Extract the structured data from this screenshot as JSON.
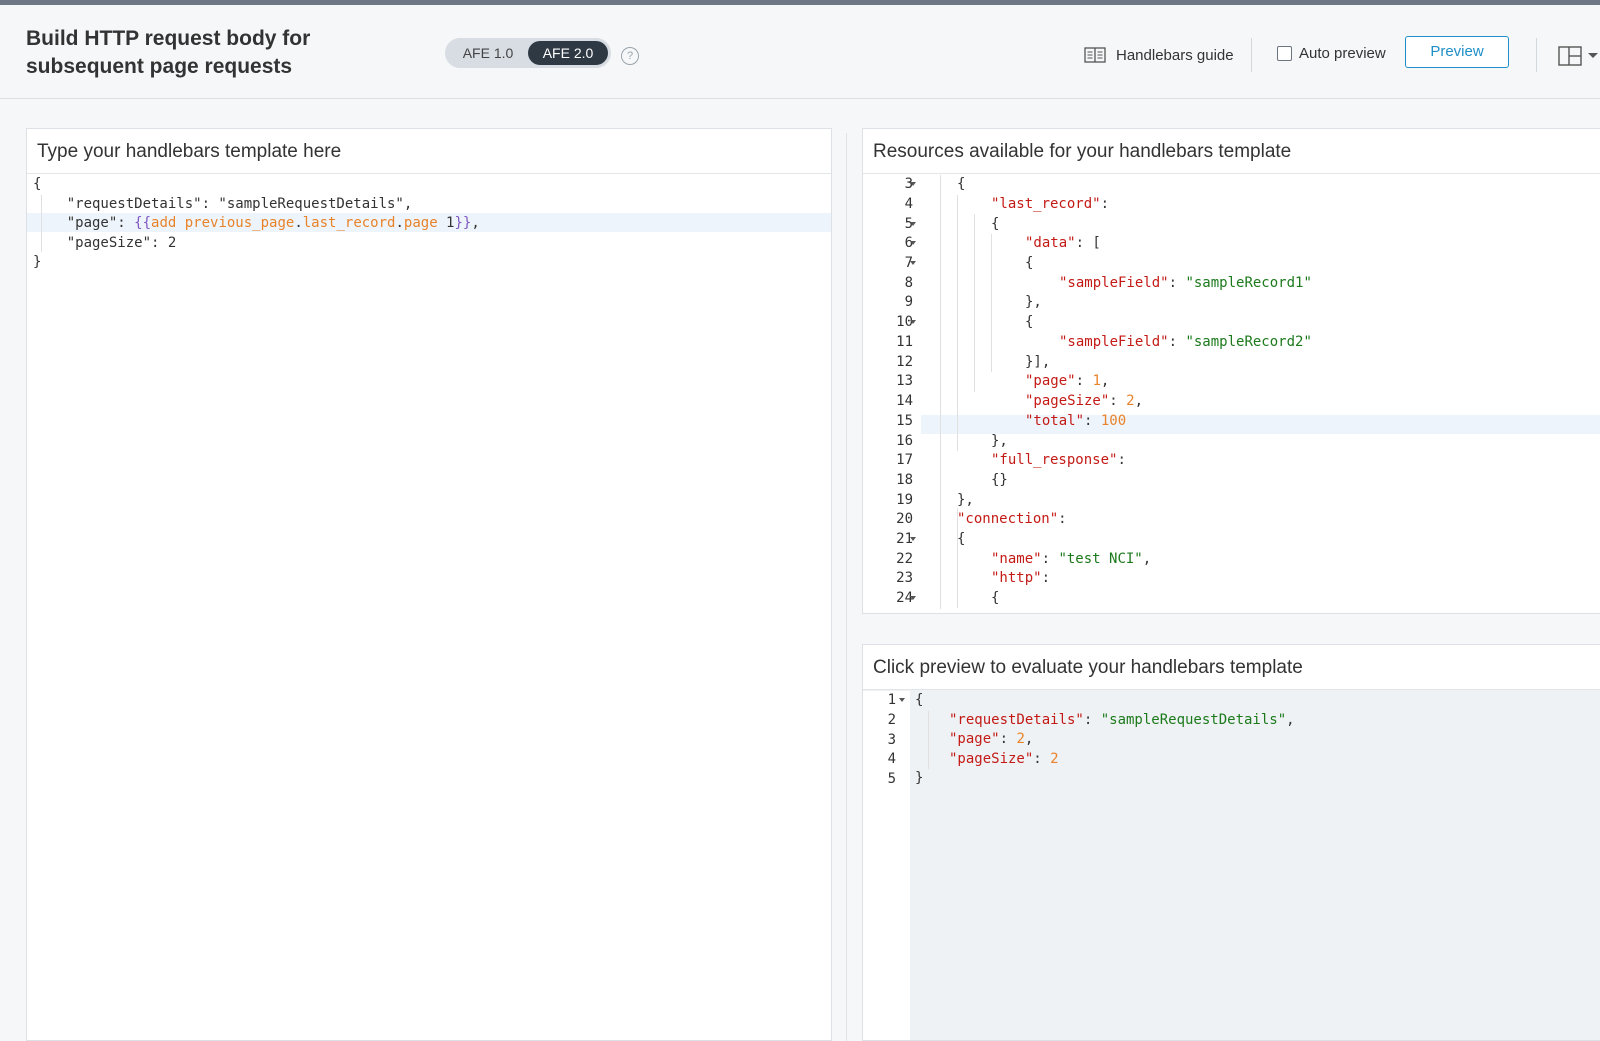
{
  "header": {
    "title": "Build HTTP request body for subsequent page requests",
    "toggle_options": [
      "AFE 1.0",
      "AFE 2.0"
    ],
    "help_glyph": "?",
    "guide_label": "Handlebars guide",
    "auto_preview_label": "Auto preview",
    "auto_preview_checked": false,
    "preview_label": "Preview"
  },
  "template_panel": {
    "title": "Type your handlebars template here"
  },
  "resources_panel": {
    "title": "Resources available for your handlebars template"
  },
  "result_panel": {
    "title": "Click preview to evaluate your handlebars template"
  },
  "colors": {
    "accent": "#1f8fc7",
    "key": "#c41a16",
    "string": "#1c7a1c",
    "number": "#e8832a",
    "toggle_active": "#2f3944"
  },
  "icons": {
    "guide": "book-icon",
    "layout": "layout-icon",
    "help": "help-icon"
  }
}
